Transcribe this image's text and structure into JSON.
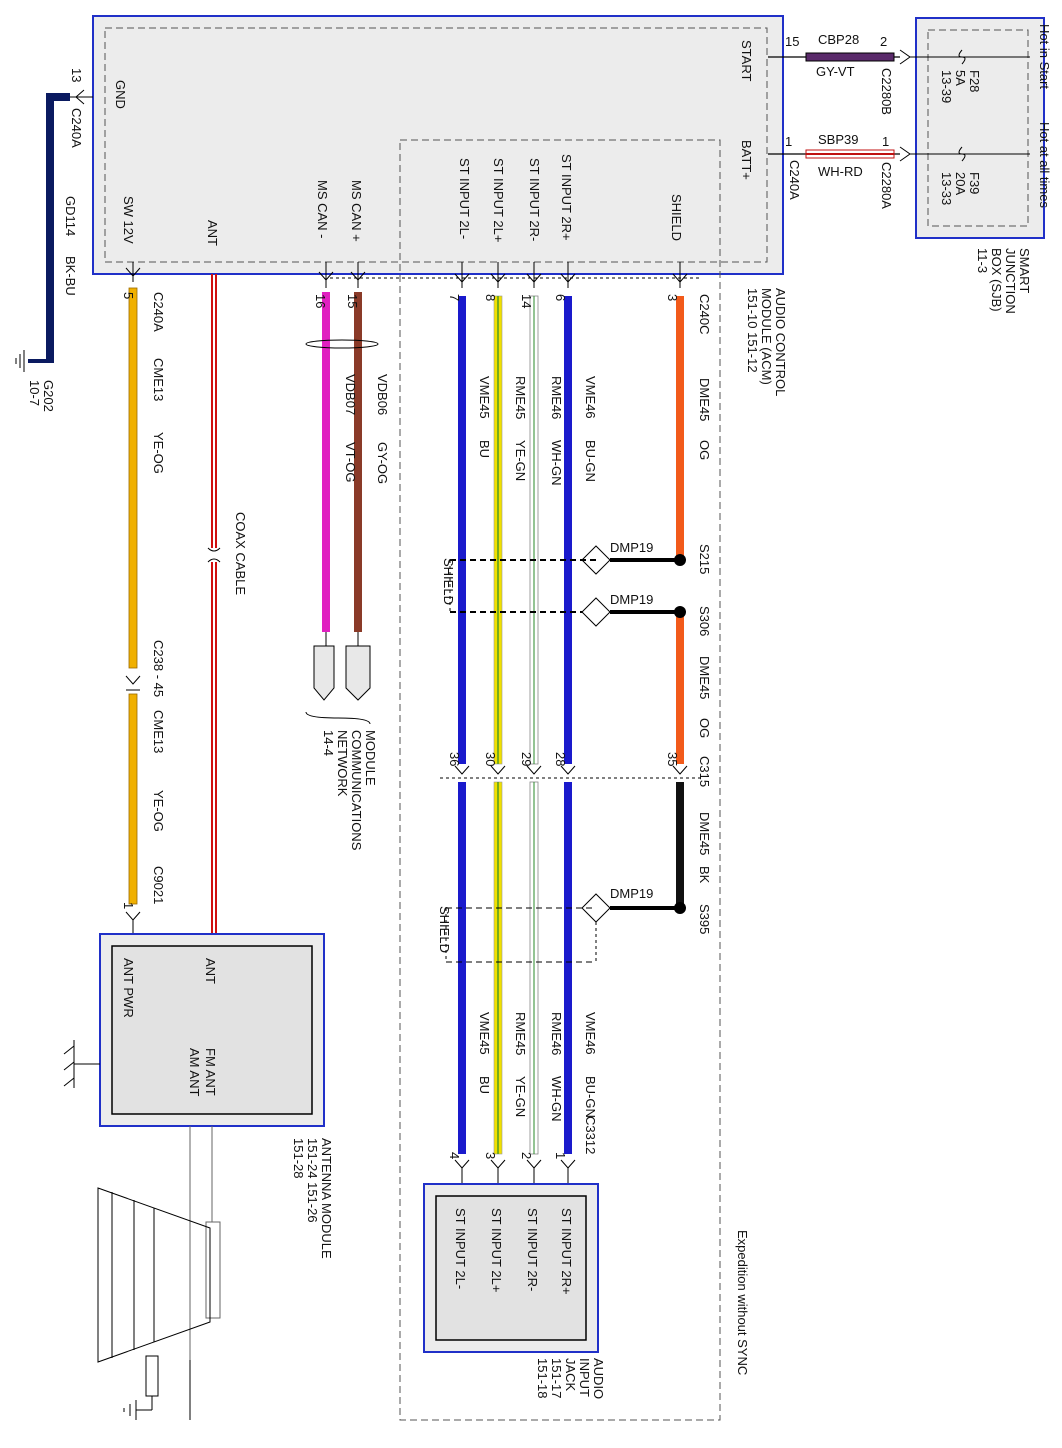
{
  "acm": {
    "pins": {
      "gnd": "GND",
      "sw12v": "SW 12V",
      "ant": "ANT",
      "mscan_minus": "MS CAN -",
      "mscan_plus": "MS CAN +",
      "st_2l_minus": "ST INPUT 2L-",
      "st_2l_plus": "ST INPUT 2L+",
      "st_2r_minus": "ST INPUT 2R-",
      "st_2r_plus": "ST INPUT 2R+",
      "shield": "SHIELD",
      "batt": "BATT+",
      "start": "START"
    },
    "name_lines": [
      "AUDIO CONTROL",
      "MODULE (ACM)",
      "151-10    151-12"
    ]
  },
  "sjb": {
    "fuse1": {
      "name": "F28",
      "amps": "5A",
      "ref": "13-39"
    },
    "fuse2": {
      "name": "F39",
      "amps": "20A",
      "ref": "13-33"
    },
    "hot_start": "Hot in Start",
    "hot_always": "Hot at all times",
    "name_lines": [
      "SMART",
      "JUNCTION",
      "BOX (SJB)",
      "11-3"
    ]
  },
  "wires_top": {
    "start": {
      "pin_left": "15",
      "circuit": "CBP28",
      "color": "GY-VT",
      "pin_right": "2",
      "connector": "C2280B"
    },
    "batt": {
      "pin_left": "1",
      "circuit": "SBP39",
      "color": "WH-RD",
      "pin_right": "1",
      "connector_left": "C240A",
      "connector_right": "C2280A"
    }
  },
  "ground": {
    "pin": "13",
    "connector": "C240A",
    "circuit": "GD114",
    "color": "BK-BU",
    "point": "G202",
    "ref": "10-7"
  },
  "sw12v": {
    "pin": "5",
    "connector": "C240A",
    "circuit": "CME13",
    "color": "YE-OG"
  },
  "inline": {
    "connector": "C238 - 45",
    "circuit": "CME13",
    "color": "YE-OG",
    "connector2": "C9021",
    "pin2": "1"
  },
  "coax": "COAX CABLE",
  "mscan": {
    "pin_a": "15",
    "pin_b": "16",
    "w1": {
      "circuit": "VDB06",
      "color": "GY-OG"
    },
    "w2": {
      "circuit": "VDB07",
      "color": "VT-OG"
    },
    "mcn_lines": [
      "MODULE",
      "COMMUNICATIONS",
      "NETWORK",
      "14-4"
    ]
  },
  "audio_top": {
    "connector": "C240C",
    "pins": {
      "shield": "3",
      "r_plus": "6",
      "r_minus": "14",
      "l_plus": "8",
      "l_minus": "7"
    },
    "shield_wire": {
      "circuit": "DME45",
      "color": "OG"
    },
    "w_rplus": {
      "circuit": "VME46",
      "color": "BU-GN"
    },
    "w_rminus": {
      "circuit": "RME46",
      "color": "WH-GN"
    },
    "w_lplus": {
      "circuit": "RME45",
      "color": "YE-GN"
    },
    "w_lminus": {
      "circuit": "VME45",
      "color": "BU"
    }
  },
  "splices": {
    "s215": "S215",
    "s306": "S306",
    "s395": "S395",
    "dmp": "DMP19",
    "shield_label": "SHIELD"
  },
  "shield_mid": {
    "circuit": "DME45",
    "color": "OG"
  },
  "c315": {
    "connector": "C315",
    "pins": {
      "shield": "35",
      "r_plus": "28",
      "r_minus": "29",
      "l_plus": "30",
      "l_minus": "36"
    }
  },
  "shield_bk": {
    "circuit": "DME45",
    "color": "BK"
  },
  "audio_bottom": {
    "connector": "C3312",
    "pins": {
      "r_plus": "1",
      "r_minus": "2",
      "l_plus": "3",
      "l_minus": "4"
    },
    "w_rplus": {
      "circuit": "VME46",
      "color": "BU-GN"
    },
    "w_rminus": {
      "circuit": "RME46",
      "color": "WH-GN"
    },
    "w_lplus": {
      "circuit": "RME45",
      "color": "YE-GN"
    },
    "w_lminus": {
      "circuit": "VME45",
      "color": "BU"
    }
  },
  "jack": {
    "pins": {
      "r_plus": "ST INPUT 2R+",
      "r_minus": "ST INPUT 2R-",
      "l_plus": "ST INPUT 2L+",
      "l_minus": "ST INPUT 2L-"
    },
    "name_lines": [
      "AUDIO",
      "INPUT",
      "JACK",
      "151-17",
      "151-18"
    ]
  },
  "antenna": {
    "pins": {
      "ant": "ANT",
      "ant_pwr": "ANT PWR",
      "fm": "FM ANT",
      "am": "AM ANT"
    },
    "name_lines": [
      "ANTENNA MODULE",
      "151-24    151-26",
      "151-28"
    ]
  },
  "variant": "Expedition without SYNC",
  "colors": {
    "blue": "#1a1acc",
    "yellow": "#f0e000",
    "orange": "#f25a1a",
    "magenta": "#e020c0",
    "grayog": "#8a3a28",
    "navy": "#0a1a60",
    "coax": "#d01010",
    "gold": "#f0b000",
    "frame": "#2030c8"
  }
}
